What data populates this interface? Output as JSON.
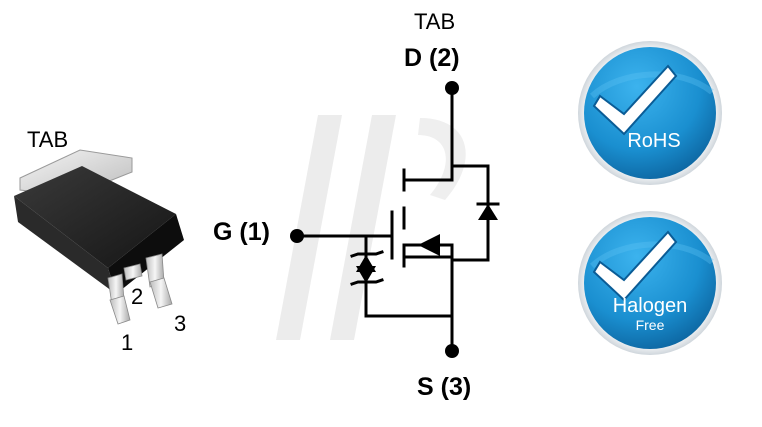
{
  "package": {
    "tab_label": "TAB",
    "pins": [
      "1",
      "2",
      "3"
    ]
  },
  "symbol": {
    "tab_label": "TAB",
    "drain_label": "D (2)",
    "gate_label": "G (1)",
    "source_label": "S (3)"
  },
  "badges": {
    "rohs": "RoHS",
    "halogen_line1": "Halogen",
    "halogen_line2": "Free"
  },
  "colors": {
    "badge_blue": "#1a8fd0",
    "badge_dark": "#0a5c96",
    "watermark": "#e6e6e6",
    "package_body": "#1c1c1c"
  }
}
